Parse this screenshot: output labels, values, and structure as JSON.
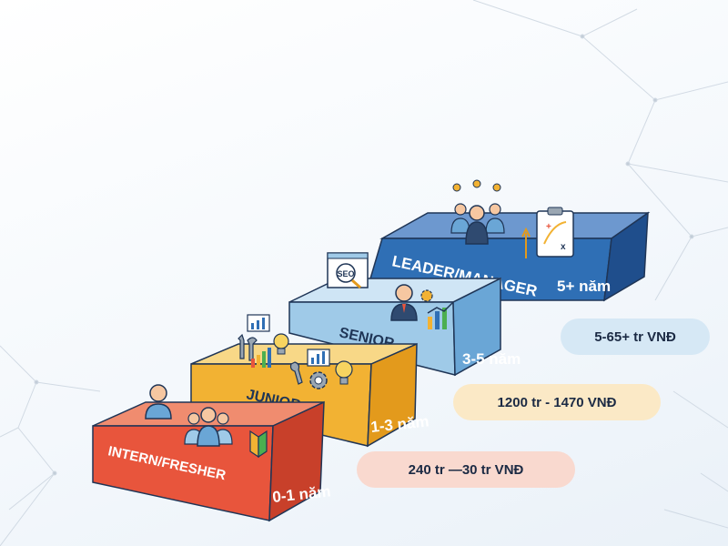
{
  "colors": {
    "intern": "#e8553c",
    "junior": "#f2b233",
    "senior": "#9fcae8",
    "leader": "#2f6fb5",
    "outline": "#1f3556"
  },
  "steps": [
    {
      "title": "INTERN/FRESHER",
      "years": "0-1 năm",
      "salary": "240 tr —30 tr VNĐ",
      "pill_color": "#f9d9cf",
      "icons": [
        "user-icon",
        "team-icon",
        "beginner-badge-icon"
      ]
    },
    {
      "title": "JUNIOR",
      "years": "1-3 năm",
      "salary": "1200 tr - 1470 VNĐ",
      "pill_color": "#fbe9c6",
      "icons": [
        "tools-icon",
        "chart-icon",
        "lightbulb-icon",
        "gear-icon"
      ]
    },
    {
      "title": "SENIOR",
      "years": "3-5 năm",
      "salary": "5-65+ tr VNĐ",
      "pill_color": "#d6e8f5",
      "icons": [
        "seo-search-icon",
        "manager-icon",
        "growth-chart-icon"
      ]
    },
    {
      "title": "LEADER/MANAGER",
      "years": "5+ năm",
      "salary": "",
      "pill_color": "",
      "icons": [
        "leadership-team-icon",
        "strategy-board-icon"
      ]
    }
  ],
  "seo_label": "SEO"
}
